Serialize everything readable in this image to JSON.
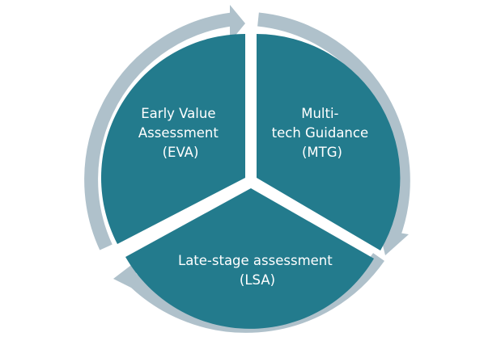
{
  "diagram": {
    "type": "cycle",
    "colors": {
      "segment": "#237B8D",
      "ring": "#AFC1CB",
      "label": "#FFFFFF",
      "background": "#FFFFFF"
    },
    "segments": [
      {
        "id": "eva",
        "lines": [
          "Early Value",
          "Assessment",
          "(EVA)"
        ]
      },
      {
        "id": "mtg",
        "lines": [
          "Multi-",
          "tech Guidance",
          "(MTG)"
        ]
      },
      {
        "id": "lsa",
        "lines": [
          "Late-stage assessment",
          "(LSA)"
        ]
      }
    ]
  }
}
